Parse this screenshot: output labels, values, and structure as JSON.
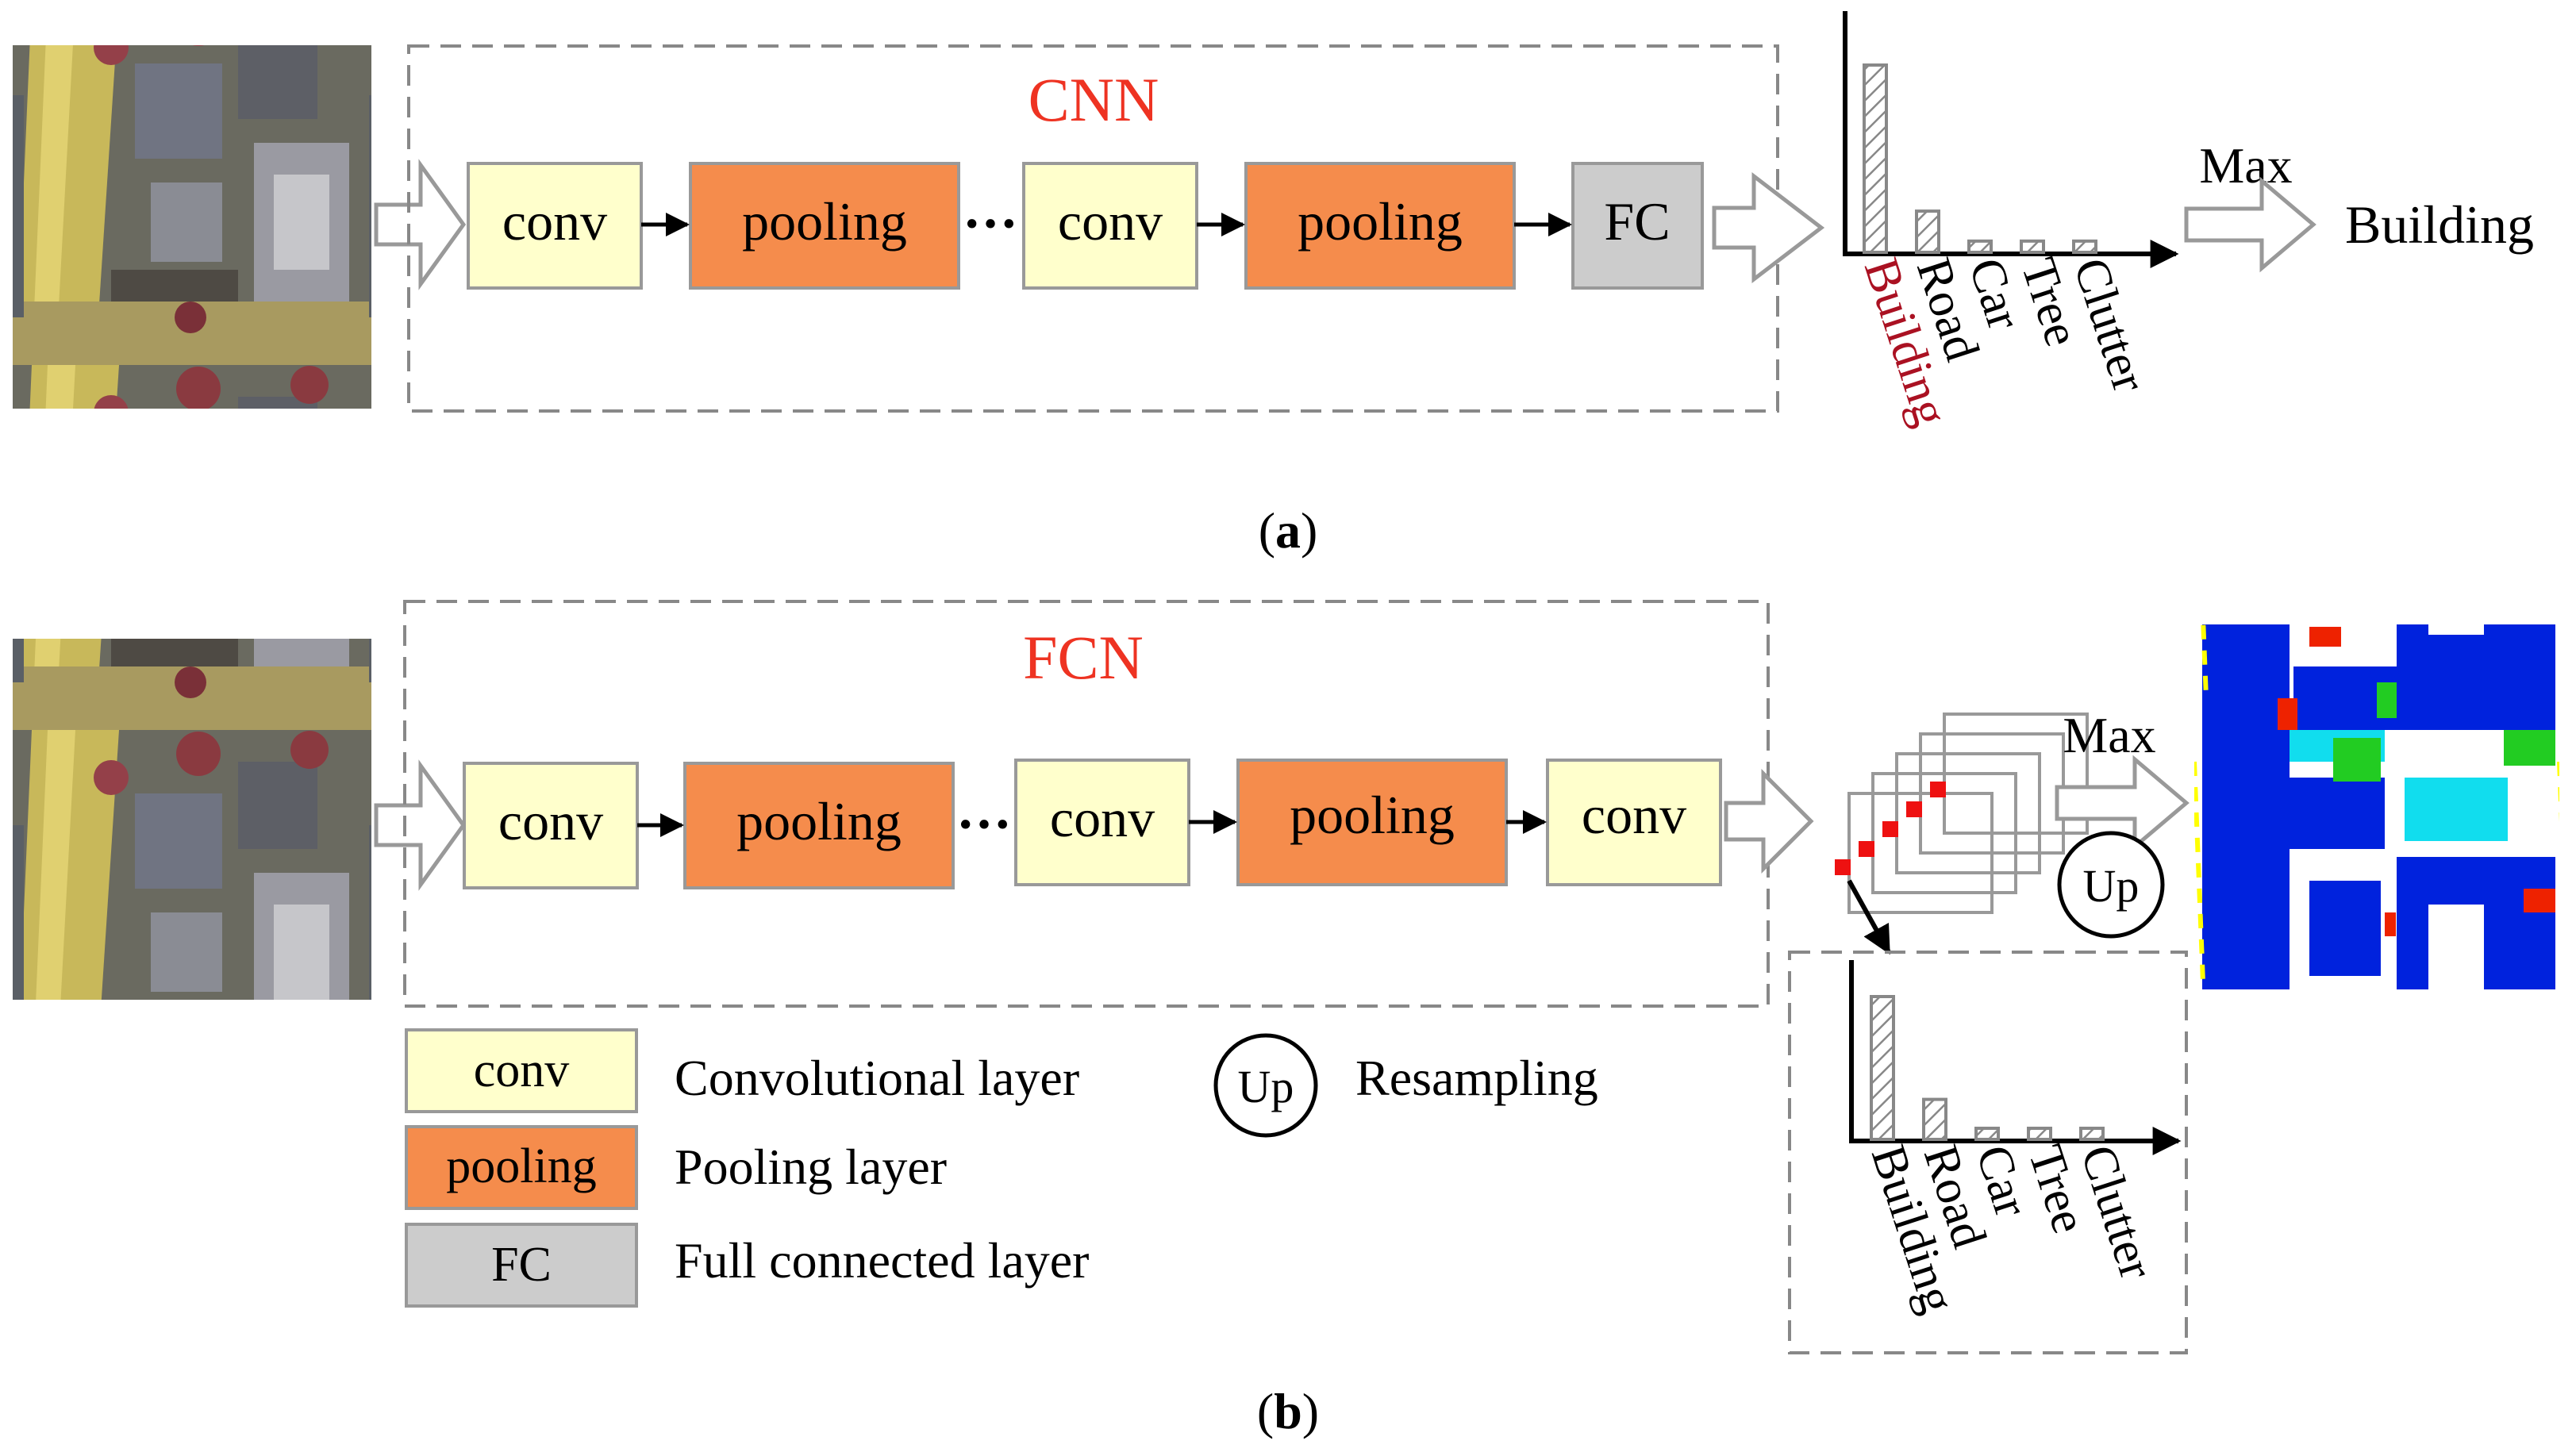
{
  "panel_a": {
    "title": "CNN",
    "blocks": [
      {
        "kind": "conv",
        "label": "conv"
      },
      {
        "kind": "pooling",
        "label": "pooling"
      },
      {
        "kind": "conv",
        "label": "conv"
      },
      {
        "kind": "pooling",
        "label": "pooling"
      },
      {
        "kind": "fc",
        "label": "FC"
      }
    ],
    "ellipsis": "···",
    "histogram": {
      "classes": [
        "Building",
        "Road",
        "Car",
        "Tree",
        "Clutter"
      ],
      "values": [
        1.0,
        0.22,
        0.06,
        0.06,
        0.06
      ],
      "highlight_index": 0
    },
    "max_label": "Max",
    "result_label": "Building",
    "caption_open": "(",
    "caption_letter": "a",
    "caption_close": ")"
  },
  "panel_b": {
    "title": "FCN",
    "blocks": [
      {
        "kind": "conv",
        "label": "conv"
      },
      {
        "kind": "pooling",
        "label": "pooling"
      },
      {
        "kind": "conv",
        "label": "conv"
      },
      {
        "kind": "pooling",
        "label": "pooling"
      },
      {
        "kind": "conv",
        "label": "conv"
      }
    ],
    "ellipsis": "···",
    "histogram": {
      "classes": [
        "Building",
        "Road",
        "Car",
        "Tree",
        "Clutter"
      ],
      "values": [
        1.0,
        0.28,
        0.06,
        0.06,
        0.06
      ]
    },
    "max_label": "Max",
    "up_label": "Up",
    "caption_open": "(",
    "caption_letter": "b",
    "caption_close": ")"
  },
  "legend": [
    {
      "kind": "conv",
      "label": "conv",
      "description": "Convolutional layer"
    },
    {
      "kind": "pooling",
      "label": "pooling",
      "description": "Pooling layer"
    },
    {
      "kind": "fc",
      "label": "FC",
      "description": "Full connected layer"
    },
    {
      "kind": "up",
      "label": "Up",
      "description": "Resampling"
    }
  ],
  "colors": {
    "title": "#ee3322",
    "conv_fill": "#ffffcc",
    "pooling_fill": "#f58c4c",
    "fc_fill": "#cccccc",
    "dash": "#888888",
    "highlight_text": "#aa1122",
    "seg_building": "#0022dd",
    "seg_road": "#ffffff",
    "seg_car": "#ee2200",
    "seg_tree": "#22cc22",
    "seg_low_veg": "#11ddee",
    "seg_clutter": "#ffff00"
  }
}
